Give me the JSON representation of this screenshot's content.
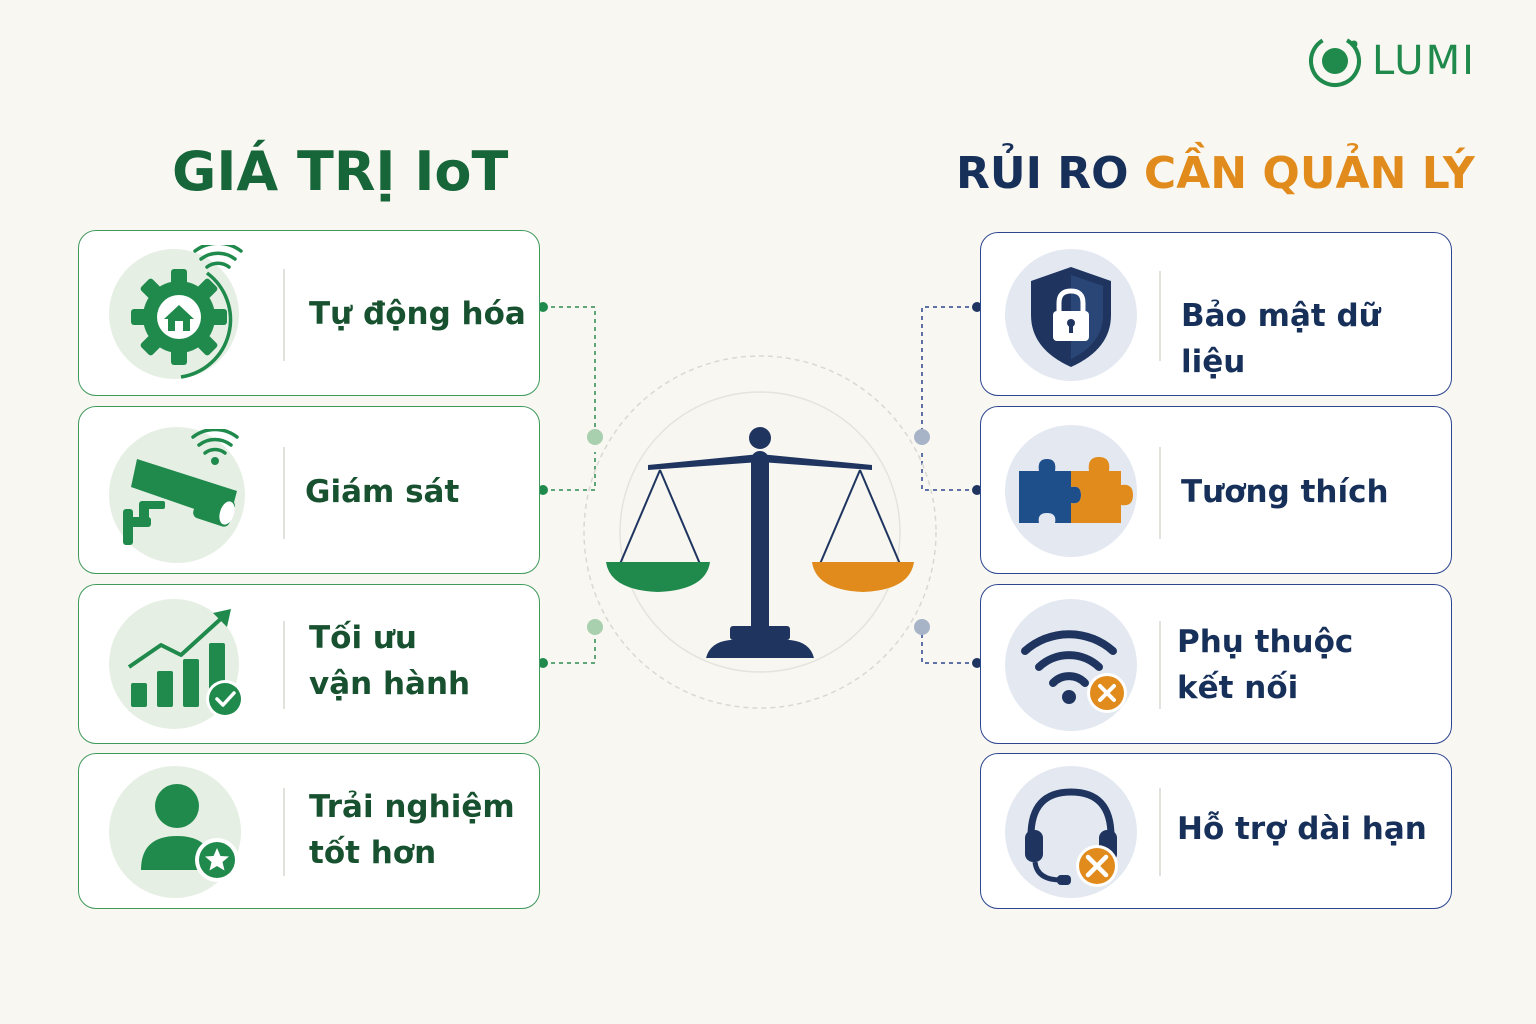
{
  "brand": {
    "name": "LUMI",
    "color": "#1f8a4c"
  },
  "colors": {
    "green": "#1f8a4c",
    "navy": "#1f3560",
    "orange": "#e08b1c"
  },
  "left": {
    "title": "GIÁ TRỊ IoT",
    "items": [
      {
        "label": "Tự động hóa",
        "icon": "automation-gear-home-icon"
      },
      {
        "label": "Giám sát",
        "icon": "security-camera-icon"
      },
      {
        "label_lines": [
          "Tối ưu",
          "vận hành"
        ],
        "icon": "growth-chart-check-icon"
      },
      {
        "label_lines": [
          "Trải nghiệm",
          "tốt hơn"
        ],
        "icon": "user-star-icon"
      }
    ]
  },
  "right": {
    "title_part1": "RỦI RO",
    "title_part2": "CẦN QUẢN LÝ",
    "items": [
      {
        "label": "Bảo mật dữ liệu",
        "icon": "shield-lock-icon"
      },
      {
        "label": "Tương thích",
        "icon": "puzzle-icon"
      },
      {
        "label_lines": [
          "Phụ thuộc",
          "kết nối"
        ],
        "icon": "wifi-error-icon"
      },
      {
        "label": "Hỗ trợ dài hạn",
        "icon": "headset-tools-icon"
      }
    ]
  },
  "center": {
    "icon": "balance-scale-icon"
  }
}
